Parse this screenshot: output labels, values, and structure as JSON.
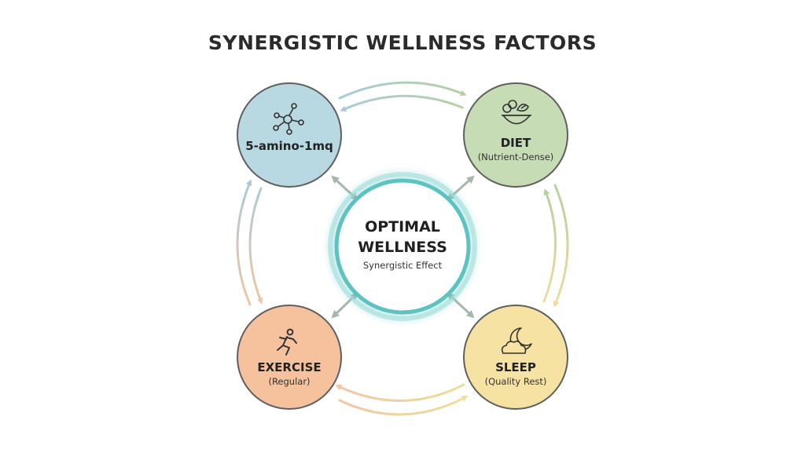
{
  "title": "SYNERGISTIC WELLNESS FACTORS",
  "center": {
    "title_line1": "OPTIMAL",
    "title_line2": "WELLNESS",
    "subtitle": "Synergistic Effect",
    "color": "#5cc3c0"
  },
  "nodes": [
    {
      "name": "5-amino-1mq",
      "subtitle": "",
      "icon": "molecule-icon",
      "fill": "#b9d9e2",
      "stroke": "#5f5f5f"
    },
    {
      "name": "DIET",
      "subtitle": "(Nutrient-Dense)",
      "icon": "salad-bowl-icon",
      "fill": "#c5dcb4",
      "stroke": "#5f5f5f"
    },
    {
      "name": "EXERCISE",
      "subtitle": "(Regular)",
      "icon": "runner-icon",
      "fill": "#f5c29d",
      "stroke": "#5f5f5f"
    },
    {
      "name": "SLEEP",
      "subtitle": "(Quality Rest)",
      "icon": "moon-cloud-icon",
      "fill": "#f6e3a3",
      "stroke": "#5f5f5f"
    }
  ],
  "arrow_colors": {
    "blue": "#a9cbd8",
    "green": "#b5d1a0",
    "orange": "#f2c6a3",
    "yellow": "#eedd9d"
  }
}
